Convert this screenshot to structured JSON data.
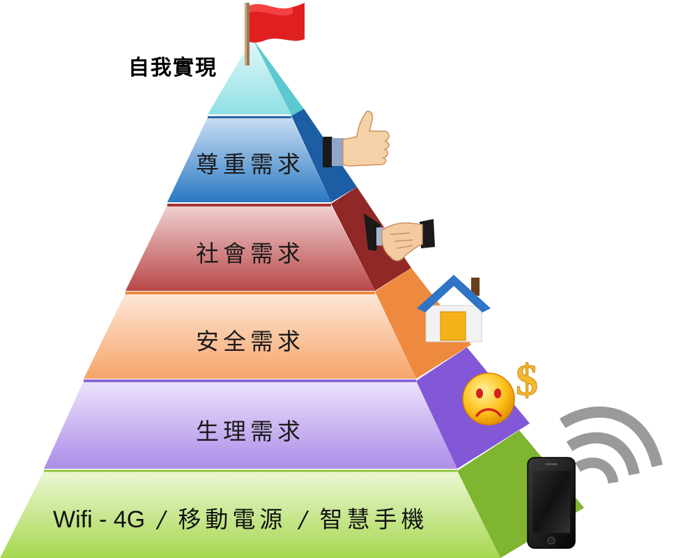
{
  "pyramid": {
    "top_label": "自我實現",
    "levels": [
      {
        "id": "esteem",
        "label": "尊重需求",
        "front": "#2a78c2",
        "side": "#1c5ea3",
        "icon": "thumbs-up-icon"
      },
      {
        "id": "social",
        "label": "社會需求",
        "front": "#b84848",
        "side": "#902828",
        "icon": "handshake-icon"
      },
      {
        "id": "safety",
        "label": "安全需求",
        "front": "#f9b17e",
        "side": "#ee8a40",
        "icon": "house-icon"
      },
      {
        "id": "physio",
        "label": "生理需求",
        "front": "#b79bea",
        "side": "#8258d6",
        "icon": "sad-face-icon"
      }
    ],
    "base": {
      "part1": "Wifi - 4G",
      "sep1": "/",
      "part2": "移動電源",
      "sep2": "/",
      "part3": "智慧手機",
      "front": "#a6d84f",
      "side": "#7fb530"
    },
    "top_colors": {
      "front": "#8fe0e4",
      "side": "#5cc9d0"
    },
    "flag_color": "#e02020",
    "dollar_text": "$",
    "icons": [
      "flag-icon",
      "thumbs-up-icon",
      "handshake-icon",
      "house-icon",
      "sad-face-icon",
      "dollar-icon",
      "wifi-icon",
      "smartphone-icon"
    ]
  }
}
